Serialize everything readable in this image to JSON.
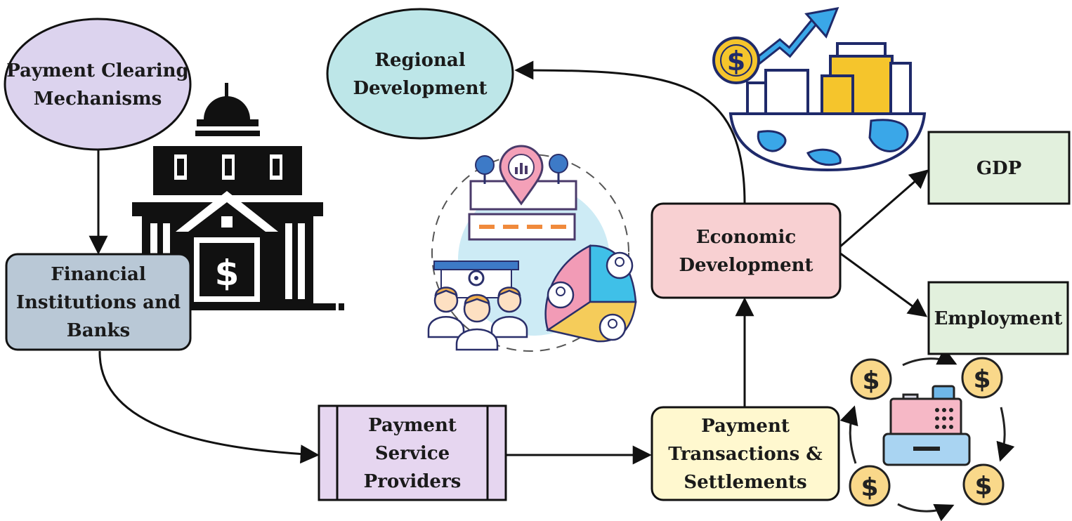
{
  "nodes": {
    "payment_clearing": {
      "lines": [
        "Payment Clearing",
        "Mechanisms"
      ],
      "fill": "#dcd3ee"
    },
    "regional": {
      "lines": [
        "Regional",
        "Development"
      ],
      "fill": "#bde6e8"
    },
    "financial": {
      "lines": [
        "Financial",
        "Institutions and",
        "Banks"
      ],
      "fill": "#b9c8d6"
    },
    "economic": {
      "lines": [
        "Economic",
        "Development"
      ],
      "fill": "#f8d0d2"
    },
    "gdp": {
      "lines": [
        "GDP"
      ],
      "fill": "#e2f0dd"
    },
    "employment": {
      "lines": [
        "Employment"
      ],
      "fill": "#e2f0dd"
    },
    "psp": {
      "lines": [
        "Payment",
        "Service",
        "Providers"
      ],
      "fill": "#e6d6f0"
    },
    "transactions": {
      "lines": [
        "Payment",
        "Transactions &",
        "Settlements"
      ],
      "fill": "#fff8cf"
    }
  },
  "icons": {
    "bank": "bank-building-icon",
    "regional": "regional-community-icon",
    "growth": "global-growth-icon",
    "cash": "cash-register-cycle-icon"
  },
  "currency_symbol": "$"
}
